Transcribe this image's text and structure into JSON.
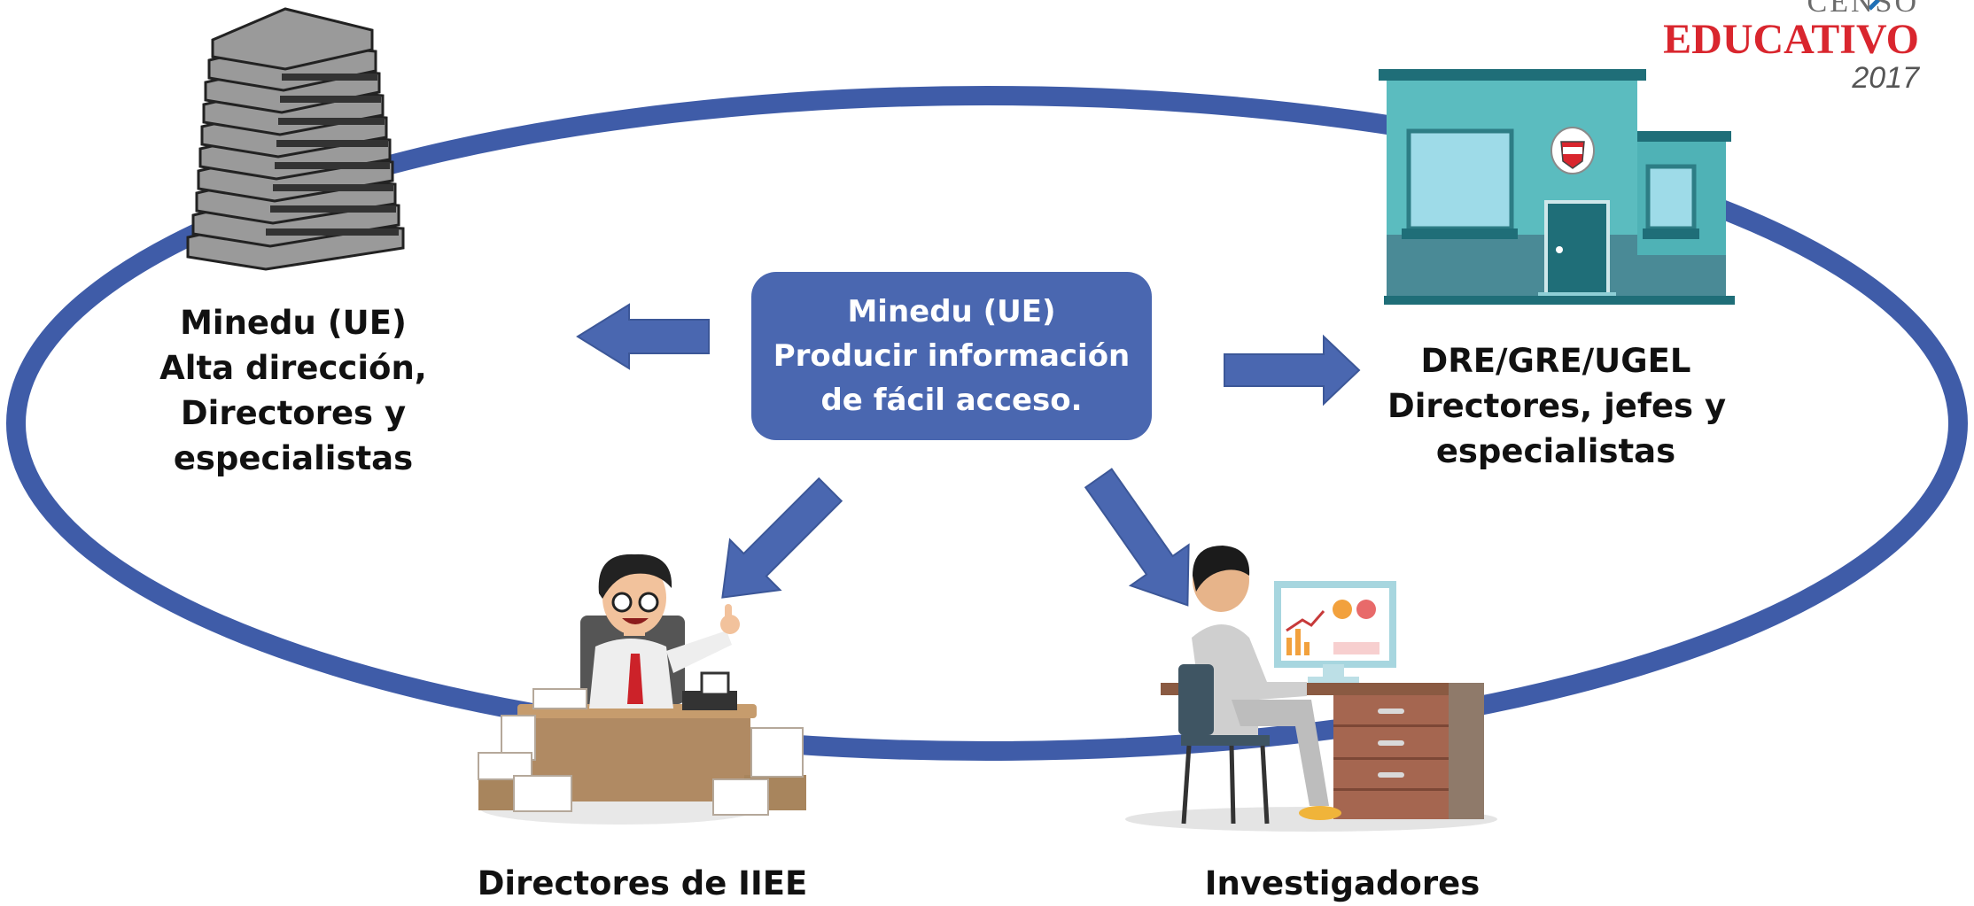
{
  "logo": {
    "line1": "CENSO",
    "line2": "EDUCATIVO",
    "line3": "2017"
  },
  "center": {
    "lines": [
      "Minedu (UE)",
      "Producir información",
      "de fácil acceso."
    ]
  },
  "nodes": {
    "minedu": {
      "lines": [
        "Minedu (UE)",
        "Alta dirección,",
        "Directores y",
        "especialistas"
      ]
    },
    "dre": {
      "lines": [
        "DRE/GRE/UGEL",
        "Directores, jefes y",
        "especialistas"
      ]
    },
    "directores": {
      "lines": [
        "Directores de IIEE"
      ]
    },
    "investigadores": {
      "lines": [
        "Investigadores"
      ]
    }
  },
  "colors": {
    "ring": "#3f5ca8",
    "arrow": "#4a67b0",
    "box": "#4a67b0",
    "logo_red": "#d9262e",
    "logo_blue": "#1f6fb5"
  },
  "icons": {
    "minedu": "office-building-icon",
    "dre": "regional-office-building-icon",
    "directores": "school-director-at-desk-icon",
    "investigadores": "researcher-at-computer-icon"
  }
}
